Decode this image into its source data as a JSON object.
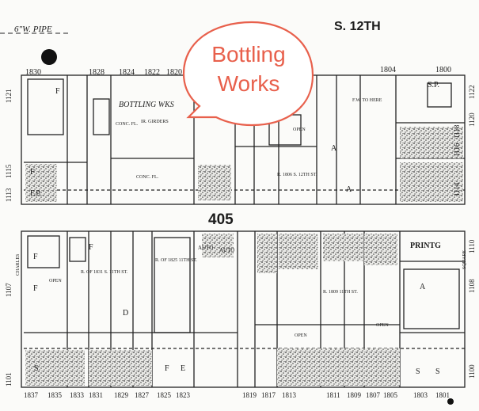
{
  "street_top": {
    "name": "S. 12TH",
    "pipe_label": "6\"W. PIPE"
  },
  "callout": {
    "line1": "Bottling",
    "line2": "Works",
    "color": "#e8604c"
  },
  "block_number": "405",
  "labels": {
    "bottling_wks": "BOTTLING WKS",
    "conc_fl": "CONC. FL.",
    "ir_girders": "IR. GIRDERS",
    "conc_fl2": "CONC. FL.",
    "fw_to_here": "F.W. TO HERE",
    "printg": "PRINTG",
    "auto1": "AUTO",
    "auto2": "AUTO",
    "open1": "OPEN",
    "open2": "OPEN",
    "open3": "OPEN",
    "open4": "OPEN",
    "r_1806": "R. 1806 S. 12TH ST.",
    "r_1831": "R. OF 1831 S. 11TH ST.",
    "r_1809": "R. 1809 11TH ST.",
    "r_of_1825": "R. OF 1825 11TH ST."
  },
  "numbers_top": [
    "1830",
    "1828",
    "1824",
    "1822",
    "1820",
    "1804",
    "1800"
  ],
  "numbers_bottom": [
    "1837",
    "1835",
    "1833",
    "1831",
    "1829",
    "1827",
    "1825",
    "1823",
    "1819",
    "1817",
    "1813",
    "1811",
    "1809",
    "1807",
    "1805",
    "1803",
    "1801"
  ],
  "letters": {
    "f1": "F",
    "f2": "F",
    "f3": "F",
    "f4": "F",
    "f5": "F",
    "f6": "F",
    "d1": "D",
    "a1": "A",
    "a2": "A",
    "a3": "A",
    "s1": "S",
    "s2": "S",
    "s3": "S",
    "e1": "E",
    "fp": "F.P.",
    "sp": "S.P."
  },
  "side_left": [
    "1121",
    "1115",
    "1113",
    "1107",
    "1101"
  ],
  "side_right": [
    "1122",
    "1120",
    "1118",
    "1116",
    "1114",
    "1110",
    "1108",
    "1100"
  ],
  "side_street_left": "CHARLES",
  "side_street_right": "SQUARE"
}
